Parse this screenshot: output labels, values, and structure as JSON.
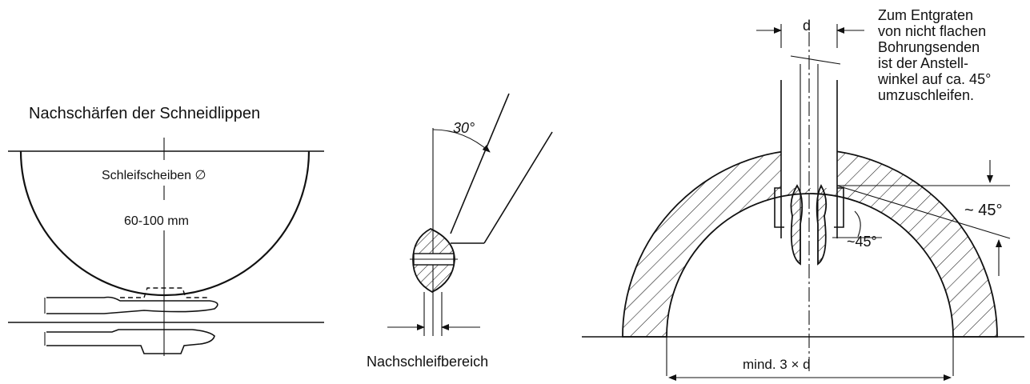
{
  "left_panel": {
    "title": "Nachschärfen der Schneidlippen",
    "wheel_label": "Schleifscheiben ∅",
    "wheel_size": "60-100 mm"
  },
  "middle_panel": {
    "angle_label": "30°",
    "caption": "Nachschleifbereich"
  },
  "right_panel": {
    "diameter_label": "d",
    "note_lines": [
      "Zum Entgraten",
      "von nicht flachen",
      "Bohrungsenden",
      "ist der Anstell-",
      "winkel auf ca. 45°",
      "umzuschleifen."
    ],
    "angle_outer": "~ 45°",
    "angle_inner": "~45°",
    "min_width": "mind. 3 × d"
  },
  "colors": {
    "ink": "#111111",
    "background": "#ffffff"
  }
}
